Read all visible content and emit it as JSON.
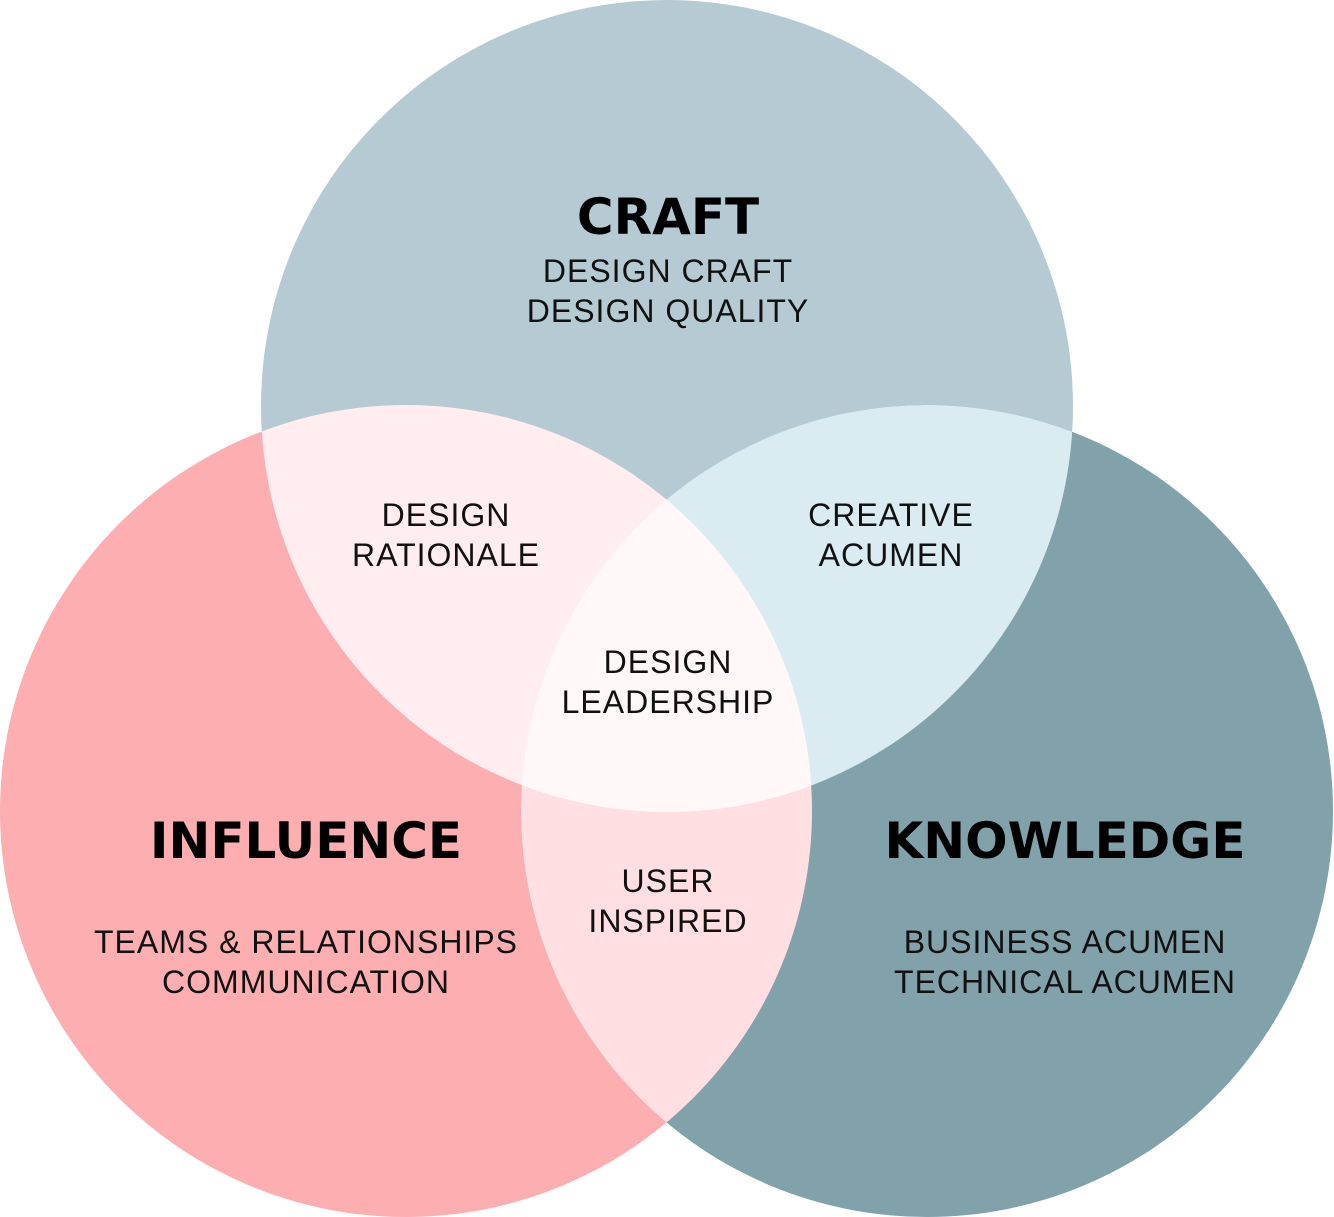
{
  "colors": {
    "craft": "#b6cad4",
    "influence": "#fcaeb0",
    "knowledge": "#81a1ab",
    "craft_influence": "#ffedf0",
    "craft_knowledge": "#daebf2",
    "influence_knowledge": "#ffdfe2",
    "center": "#fff7f8"
  },
  "craft": {
    "title": "CRAFT",
    "line1": "DESIGN CRAFT",
    "line2": "DESIGN QUALITY"
  },
  "influence": {
    "title": "INFLUENCE",
    "line1": "TEAMS & RELATIONSHIPS",
    "line2": "COMMUNICATION"
  },
  "knowledge": {
    "title": "KNOWLEDGE",
    "line1": "BUSINESS ACUMEN",
    "line2": "TECHNICAL ACUMEN"
  },
  "craft_influence": {
    "line1": "DESIGN",
    "line2": "RATIONALE"
  },
  "craft_knowledge": {
    "line1": "CREATIVE",
    "line2": "ACUMEN"
  },
  "influence_knowledge": {
    "line1": "USER",
    "line2": "INSPIRED"
  },
  "center": {
    "line1": "DESIGN",
    "line2": "LEADERSHIP"
  }
}
